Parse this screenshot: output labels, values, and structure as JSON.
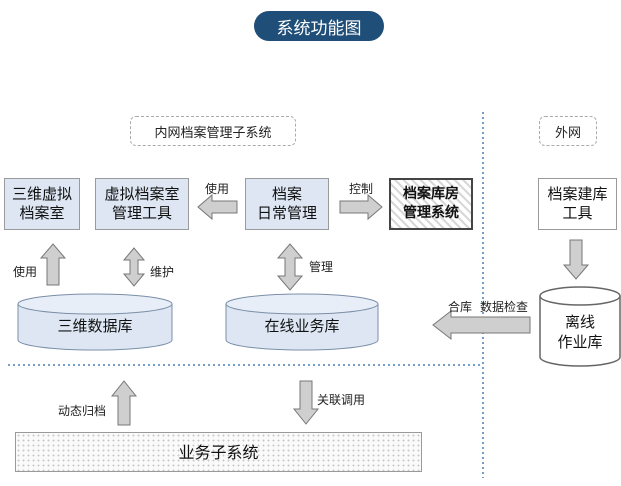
{
  "title": "系统功能图",
  "sections": {
    "internal": "内网档案管理子系统",
    "external": "外网"
  },
  "nodes": {
    "vr_archive_room": "三维虚拟\n档案室",
    "vr_management_tool": "虚拟档案室\n管理工具",
    "daily_management": "档案\n日常管理",
    "warehouse_system": "档案库房\n管理系统",
    "warehouse_build_tool": "档案建库\n工具",
    "db_3d": "三维数据库",
    "db_online": "在线业务库",
    "db_offline": "离线\n作业库",
    "business_subsystem": "业务子系统"
  },
  "edge_labels": {
    "use_top": "使用",
    "control": "控制",
    "use_left": "使用",
    "maintain": "维护",
    "manage": "管理",
    "merge": "合库",
    "data_check": "数据检查",
    "dynamic_archive": "动态归档",
    "linked_call": "关联调用"
  },
  "colors": {
    "title_bg": "#1f4e79",
    "box_fill": "#dde6f2",
    "arrow_fill": "#cfcfcf",
    "divider": "#4a7fb5"
  }
}
